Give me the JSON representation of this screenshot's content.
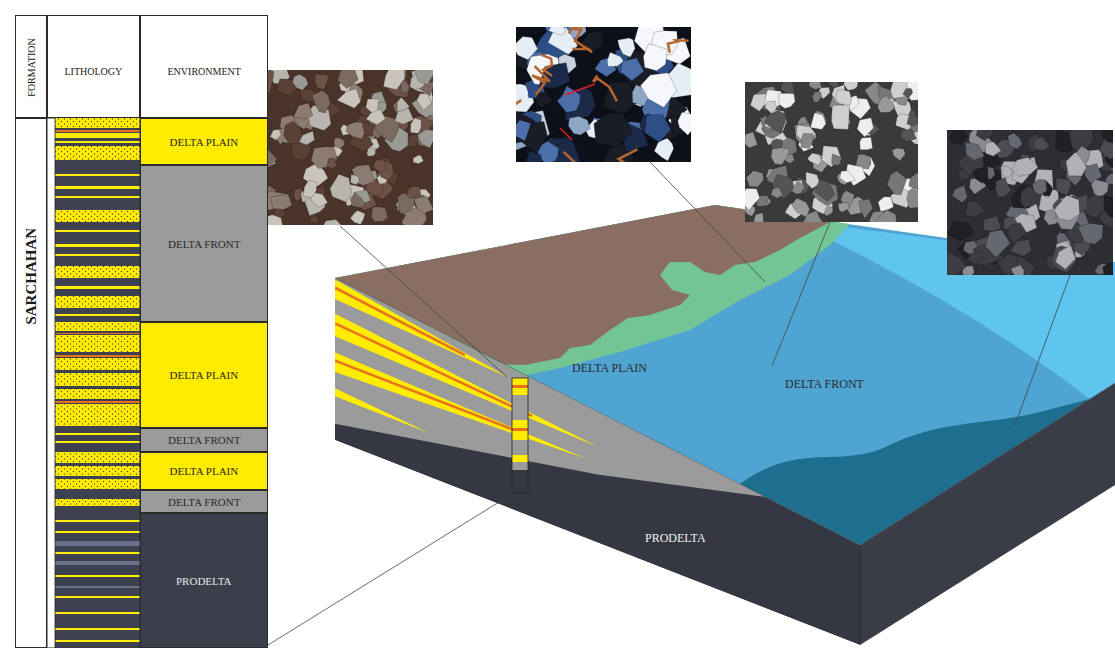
{
  "diagram": {
    "nodes": [
      {
        "text": [
          "FORMATION"
        ]
      },
      {
        "text": [
          "LITHOLOGY"
        ]
      },
      {
        "text": [
          "ENVIRONMENT"
        ]
      },
      {
        "text": [
          "SARCHAHAN"
        ]
      },
      {
        "text": [
          "DELTA PLAIN"
        ]
      },
      {
        "text": [
          "DELTA FRONT"
        ]
      },
      {
        "text": [
          "DELTA PLAIN"
        ]
      },
      {
        "text": [
          "DELTA FRONT"
        ]
      },
      {
        "text": [
          "DELTA PLAIN"
        ]
      },
      {
        "text": [
          "DELTA FRONT"
        ]
      },
      {
        "text": [
          "PRODELTA"
        ]
      }
    ],
    "labels": [
      "DELTA PLAIN",
      "DELTA FRONT",
      "PRODELTA"
    ]
  }
}
